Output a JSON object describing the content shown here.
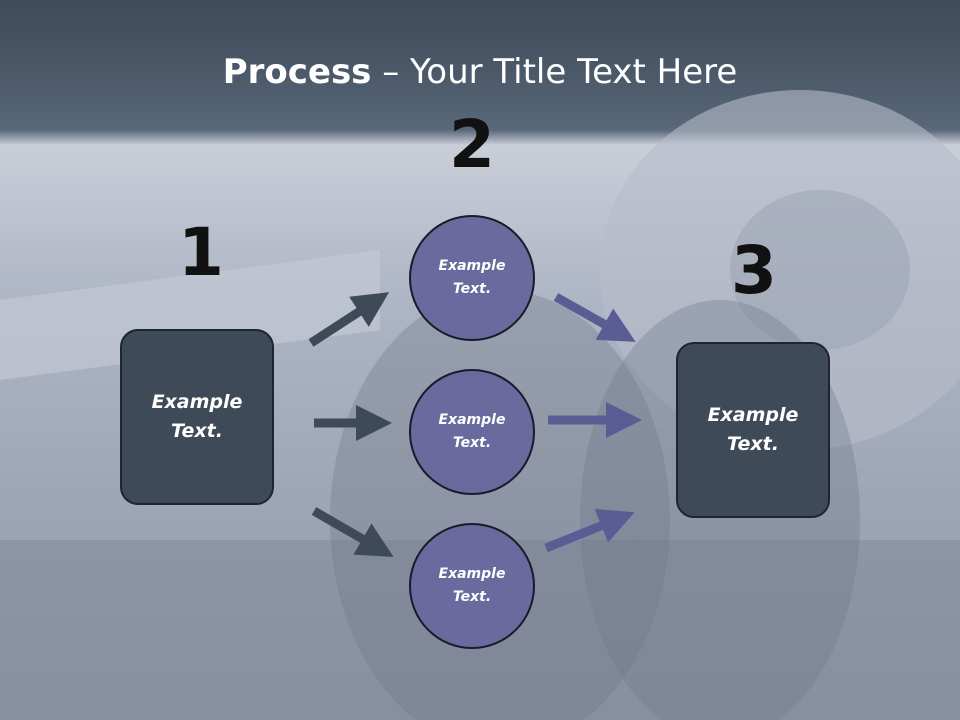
{
  "title": {
    "bold": "Process",
    "rest": " – Your Title Text Here"
  },
  "steps": {
    "one": "1",
    "two": "2",
    "three": "3"
  },
  "left_box": "Example Text.",
  "right_box": "Example Text.",
  "circles": [
    "Example Text.",
    "Example Text.",
    "Example Text."
  ],
  "colors": {
    "dark_box": "#3f4a58",
    "circle": "#6a6a9e",
    "arrow_dark": "#3f4a58",
    "arrow_purple": "#5c5c94"
  }
}
